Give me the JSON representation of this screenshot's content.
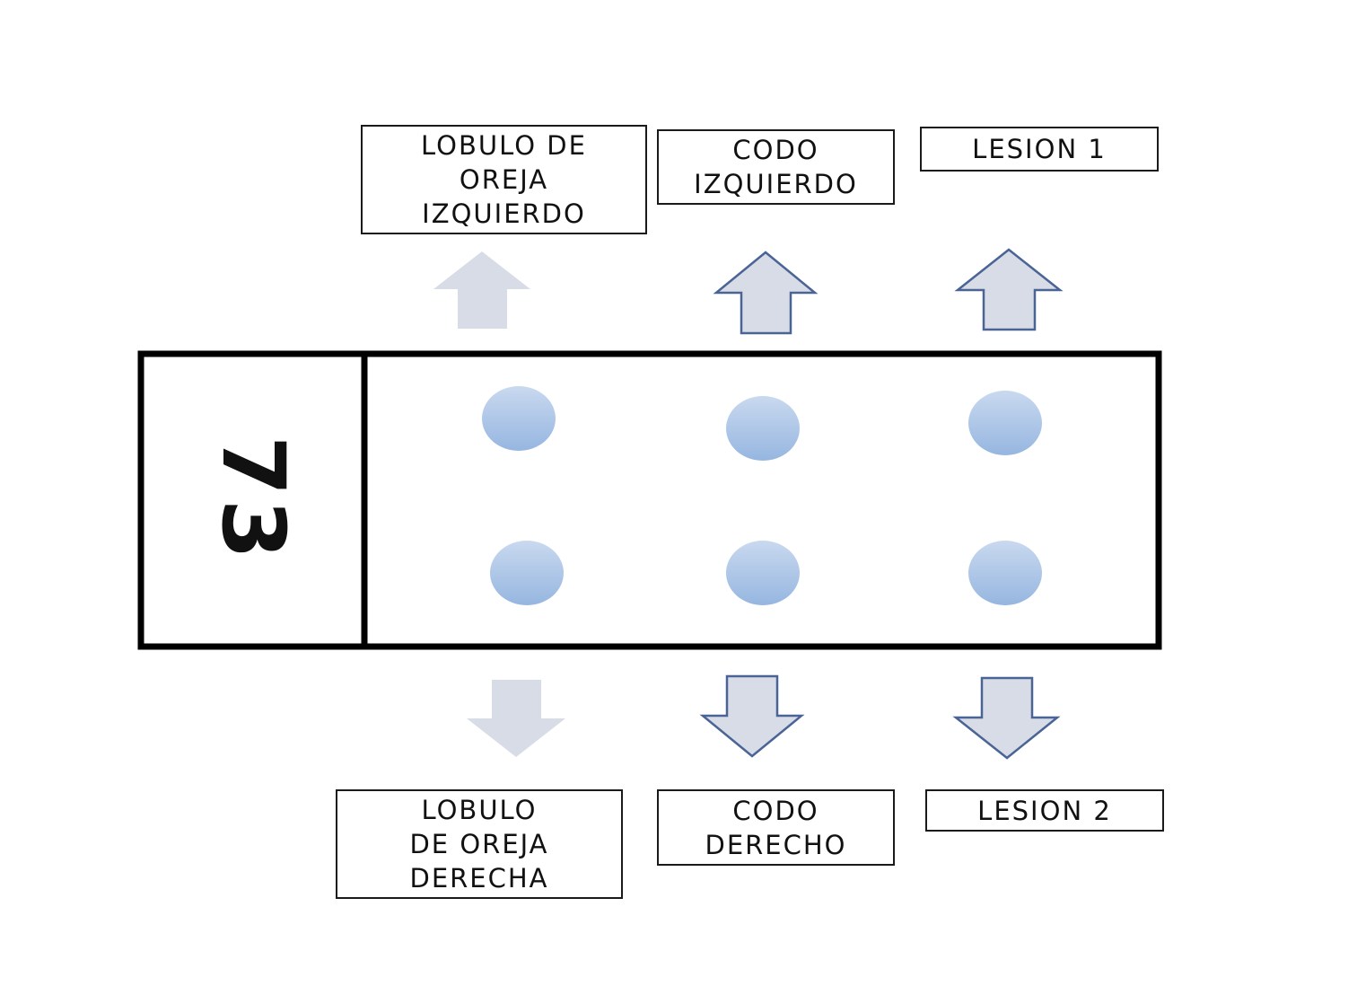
{
  "sample_number": "73",
  "labels": {
    "top_left": "LOBULO DE\nOREJA\nIZQUIERDO",
    "top_middle": "CODO\nIZQUIERDO",
    "top_right": "LESION 1",
    "bottom_left": "LOBULO\nDE OREJA\nDERECHA",
    "bottom_middle": "CODO\nDERECHO",
    "bottom_right": "LESION 2"
  },
  "colors": {
    "well_fill_light": "#c9d9ef",
    "well_fill_dark": "#96b6e0",
    "arrow_fill": "#d8dce6",
    "arrow_stroke": "#4a6496",
    "strip_border": "#000000"
  }
}
